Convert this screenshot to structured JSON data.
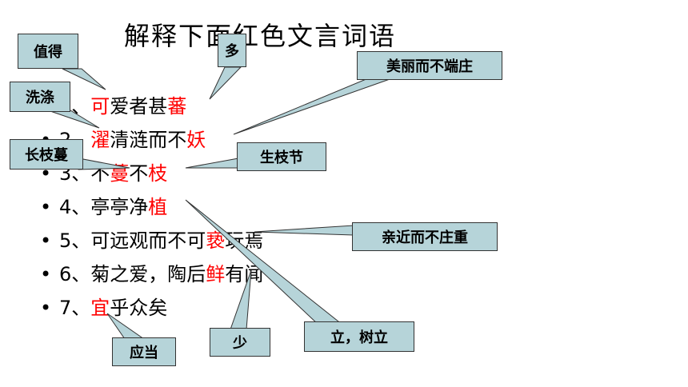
{
  "title": "解释下面红色文言词语",
  "items": [
    {
      "bullet": "•",
      "parts": [
        {
          "text": "1、"
        },
        {
          "text": "可",
          "red": true
        },
        {
          "text": "爱者甚"
        },
        {
          "text": "蕃",
          "red": true
        }
      ]
    },
    {
      "bullet": "•",
      "parts": [
        {
          "text": "2、"
        },
        {
          "text": "濯",
          "red": true
        },
        {
          "text": "清涟而不"
        },
        {
          "text": "妖",
          "red": true
        }
      ]
    },
    {
      "bullet": "•",
      "parts": [
        {
          "text": "3、不"
        },
        {
          "text": "蔓",
          "red": true
        },
        {
          "text": "不"
        },
        {
          "text": "枝",
          "red": true
        }
      ]
    },
    {
      "bullet": "•",
      "parts": [
        {
          "text": "4、亭亭净"
        },
        {
          "text": "植",
          "red": true
        }
      ]
    },
    {
      "bullet": "•",
      "parts": [
        {
          "text": "5、可远观而不可"
        },
        {
          "text": "亵",
          "red": true
        },
        {
          "text": "玩焉"
        }
      ]
    },
    {
      "bullet": "•",
      "parts": [
        {
          "text": "6、菊之爱，陶后"
        },
        {
          "text": "鲜",
          "red": true
        },
        {
          "text": "有闻"
        }
      ]
    },
    {
      "bullet": "•",
      "parts": [
        {
          "text": "7、"
        },
        {
          "text": "宜",
          "red": true
        },
        {
          "text": "乎众矣"
        }
      ]
    }
  ],
  "callouts": {
    "zhide": "值得",
    "duo": "多",
    "meili": "美丽而不端庄",
    "xidi": "洗涤",
    "changzhiman": "长枝蔓",
    "shengzhijie": "生枝节",
    "qinjin": "亲近而不庄重",
    "shao": "少",
    "lishuli": "立，树立",
    "yingdang": "应当"
  },
  "colors": {
    "highlight": "#ff0000",
    "callout_fill": "#b6d4d9",
    "callout_border": "#333333"
  }
}
